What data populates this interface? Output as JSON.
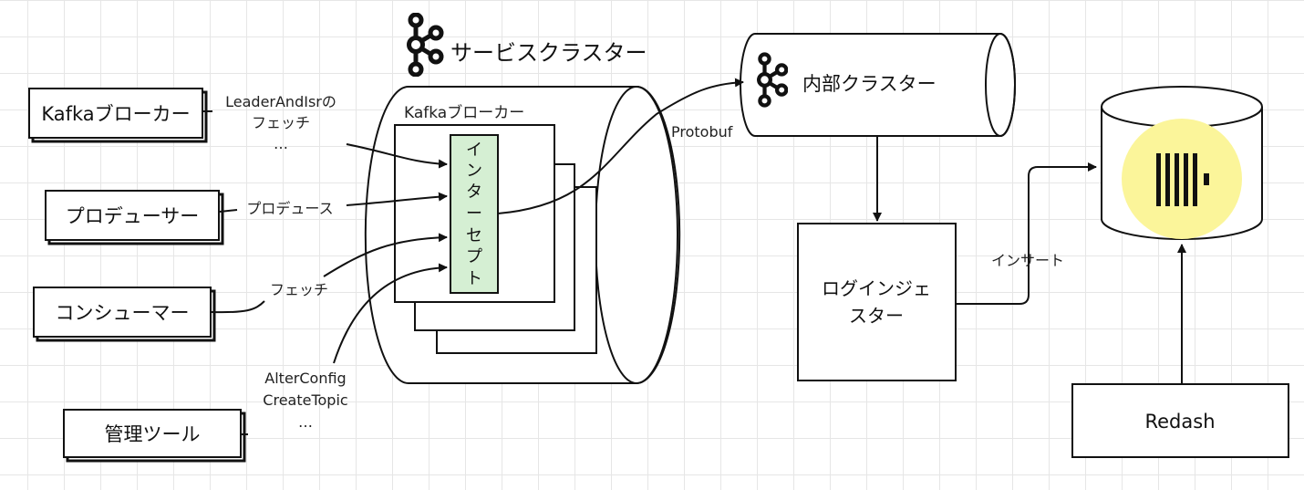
{
  "nodes": {
    "kafka_broker_client": "Kafkaブローカー",
    "producer": "プロデューサー",
    "consumer": "コンシューマー",
    "admin_tool": "管理ツール",
    "service_cluster_title": "サービスクラスター",
    "inner_broker_label": "Kafkaブローカー",
    "interceptor_chars": [
      "イ",
      "ン",
      "タ",
      "ー",
      "セ",
      "プ",
      "ト"
    ],
    "internal_cluster": "内部クラスター",
    "log_ingester_line1": "ログインジェ",
    "log_ingester_line2": "スター",
    "redash": "Redash"
  },
  "edges": {
    "leader_isr_line1": "LeaderAndIsrの",
    "leader_isr_line2": "フェッチ",
    "leader_isr_line3": "…",
    "produce": "プロデュース",
    "fetch": "フェッチ",
    "admin_line1": "AlterConfig",
    "admin_line2": "CreateTopic",
    "admin_line3": "…",
    "protobuf": "Protobuf",
    "insert": "インサート"
  },
  "colors": {
    "interceptor_fill": "#d5efd3",
    "clickhouse_circle": "#fbf59a",
    "stroke": "#111111"
  },
  "icons": {
    "kafka": "kafka-logo-icon",
    "clickhouse": "clickhouse-logo-icon"
  }
}
